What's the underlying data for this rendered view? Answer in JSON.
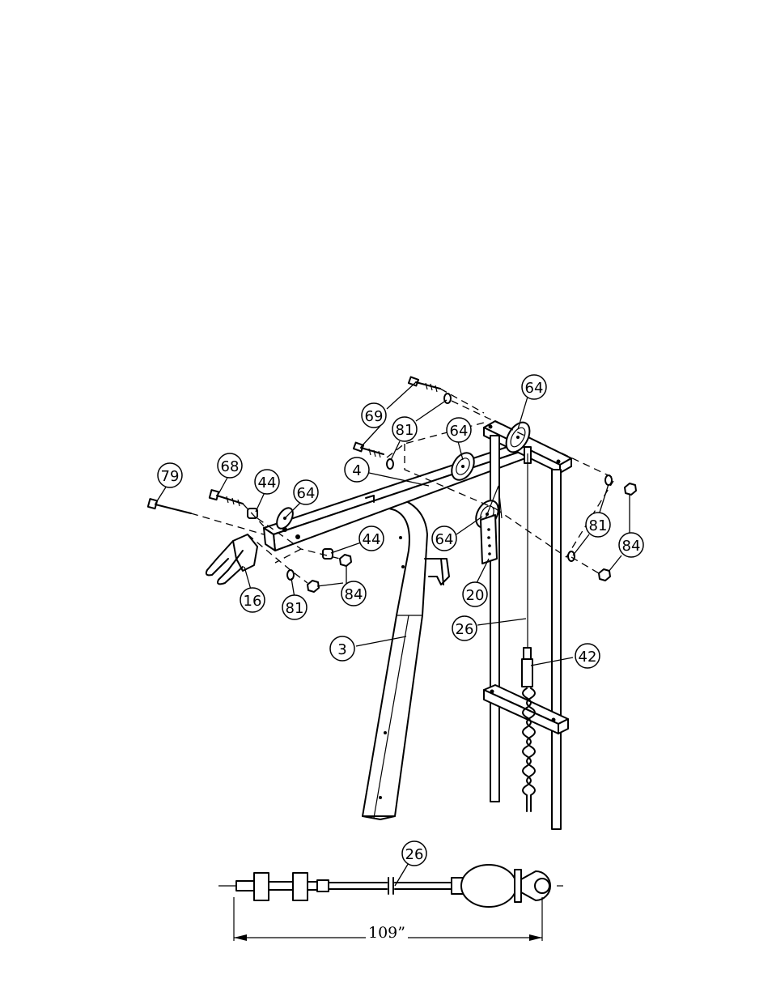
{
  "callouts": [
    {
      "id": "c64a",
      "label": "64"
    },
    {
      "id": "c69",
      "label": "69"
    },
    {
      "id": "c81a",
      "label": "81"
    },
    {
      "id": "c64b",
      "label": "64"
    },
    {
      "id": "c4",
      "label": "4"
    },
    {
      "id": "c79",
      "label": "79"
    },
    {
      "id": "c68",
      "label": "68"
    },
    {
      "id": "c44a",
      "label": "44"
    },
    {
      "id": "c64c",
      "label": "64"
    },
    {
      "id": "c44b",
      "label": "44"
    },
    {
      "id": "c64d",
      "label": "64"
    },
    {
      "id": "c81b",
      "label": "81"
    },
    {
      "id": "c84a",
      "label": "84"
    },
    {
      "id": "c20",
      "label": "20"
    },
    {
      "id": "c16",
      "label": "16"
    },
    {
      "id": "c81c",
      "label": "81"
    },
    {
      "id": "c84b",
      "label": "84"
    },
    {
      "id": "c26a",
      "label": "26"
    },
    {
      "id": "c3",
      "label": "3"
    },
    {
      "id": "c42",
      "label": "42"
    },
    {
      "id": "c26b",
      "label": "26"
    }
  ],
  "cable_length_label": "109”"
}
